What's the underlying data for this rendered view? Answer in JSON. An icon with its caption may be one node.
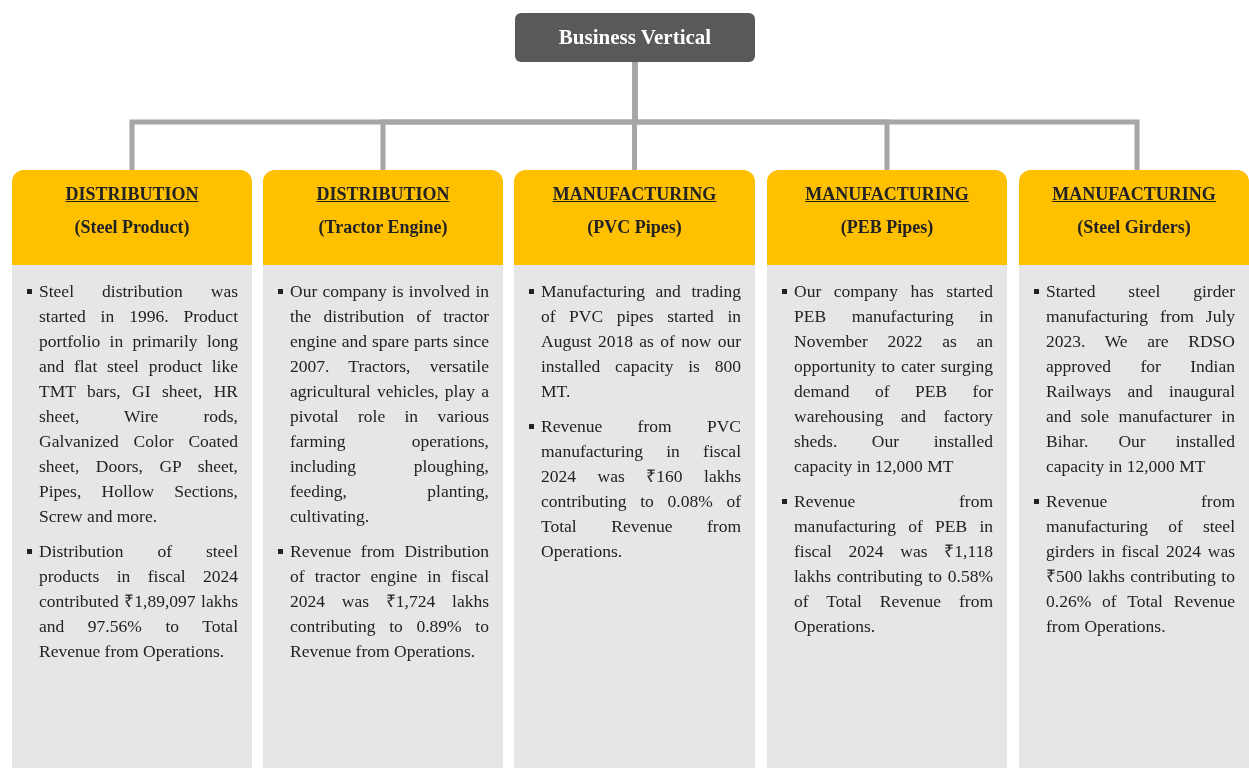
{
  "diagram": {
    "nodes": [
      {
        "text": [
          "Business Vertical"
        ]
      },
      {
        "text": [
          "DISTRIBUTION",
          "(Steel Product)",
          "Steel distribution was started in 1996. Product portfolio in primarily long and flat steel product like TMT bars, GI sheet, HR sheet, Wire rods, Galvanized Color Coated sheet, Doors, GP sheet, Pipes, Hollow Sections, Screw and more.",
          "Distribution of steel products in fiscal 2024 contributed ₹1,89,097 lakhs and 97.56% to Total Revenue from Operations."
        ]
      },
      {
        "text": [
          "DISTRIBUTION",
          "(Tractor Engine)",
          "Our company is involved in the distribution of tractor engine and spare parts since 2007. Tractors, versatile agricultural vehicles, play a pivotal role in various farming operations, including ploughing, feeding, planting, cultivating.",
          "Revenue from Distribution of tractor engine in fiscal 2024 was ₹1,724 lakhs contributing to 0.89% to Revenue from Operations."
        ]
      },
      {
        "text": [
          "MANUFACTURING",
          "(PVC Pipes)",
          "Manufacturing and trading of PVC pipes started in August 2018 as of now our installed capacity is 800 MT.",
          "Revenue from PVC manufacturing in fiscal 2024 was ₹160 lakhs contributing to 0.08% of Total Revenue from Operations."
        ]
      },
      {
        "text": [
          "MANUFACTURING",
          "(PEB Pipes)",
          "Our company has started PEB manufacturing in November 2022 as an opportunity to cater surging demand of PEB for warehousing and factory sheds. Our installed capacity in 12,000 MT",
          "Revenue from manufacturing of PEB in fiscal 2024 was ₹1,118 lakhs contributing to 0.58% of Total Revenue from Operations."
        ]
      },
      {
        "text": [
          "MANUFACTURING",
          "(Steel Girders)",
          "Started steel girder manufacturing from July 2023. We are RDSO approved for Indian Railways and inaugural and sole manufacturer in Bihar. Our installed capacity in 12,000 MT",
          "Revenue from manufacturing of steel girders in fiscal 2024 was ₹500 lakhs contributing to 0.26% of Total Revenue from Operations."
        ]
      }
    ],
    "edges": [
      {
        "from": 0,
        "to": 1,
        "arrow": "none"
      },
      {
        "from": 0,
        "to": 2,
        "arrow": "none"
      },
      {
        "from": 0,
        "to": 3,
        "arrow": "none"
      },
      {
        "from": 0,
        "to": 4,
        "arrow": "none"
      },
      {
        "from": 0,
        "to": 5,
        "arrow": "none"
      }
    ]
  }
}
